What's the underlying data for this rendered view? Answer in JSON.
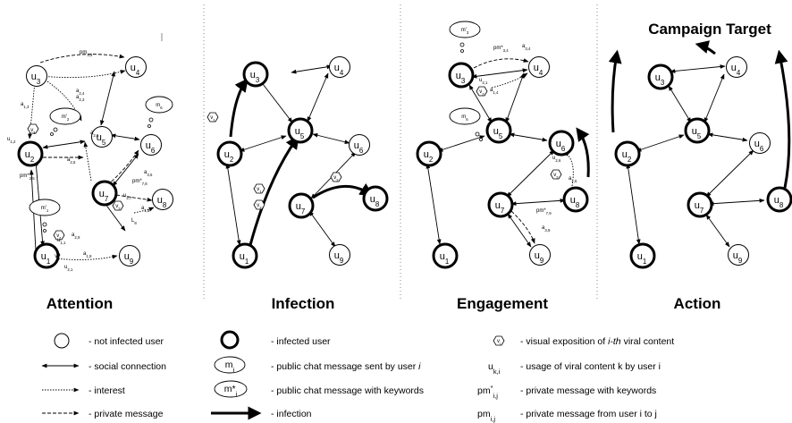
{
  "panels": {
    "attention": "Attention",
    "infection": "Infection",
    "engagement": "Engagement",
    "action": "Action"
  },
  "campaign_target": "Campaign Target",
  "nodes": {
    "u1": {
      "base": "u",
      "sub": "1"
    },
    "u2": {
      "base": "u",
      "sub": "2"
    },
    "u3": {
      "base": "u",
      "sub": "3"
    },
    "u4": {
      "base": "u",
      "sub": "4"
    },
    "u5": {
      "base": "u",
      "sub": "5"
    },
    "u6": {
      "base": "u",
      "sub": "6"
    },
    "u7": {
      "base": "u",
      "sub": "7"
    },
    "u8": {
      "base": "u",
      "sub": "8"
    },
    "u9": {
      "base": "u",
      "sub": "9"
    }
  },
  "edge_labels": {
    "pm34": {
      "base": "pm",
      "sub": "3,4"
    },
    "a13": {
      "base": "a",
      "sub": "1,3"
    },
    "a23": {
      "base": "a",
      "sub": "2,3"
    },
    "a24": {
      "base": "a",
      "sub": "2,4"
    },
    "u12": {
      "base": "u",
      "sub": "1,2"
    },
    "a25": {
      "base": "a",
      "sub": "2,5"
    },
    "a25b": {
      "base": "a",
      "sub": "2,5"
    },
    "pmstar25": {
      "base": "pm*",
      "sub": "2,5"
    },
    "pmstar78": {
      "base": "pm*",
      "sub": "7,8"
    },
    "a36": {
      "base": "a",
      "sub": "3,6"
    },
    "u27": {
      "base": "u",
      "sub": "2,7"
    },
    "a18": {
      "base": "a",
      "sub": "1,8"
    },
    "l8": {
      "base": "L",
      "sub": "8"
    },
    "u11": {
      "base": "u",
      "sub": "1,1"
    },
    "a29": {
      "base": "a",
      "sub": "2,9"
    },
    "a19": {
      "base": "a",
      "sub": "1,9"
    },
    "u21": {
      "base": "u",
      "sub": "2,1"
    },
    "e_pmstar34": {
      "base": "pm*",
      "sub": "3,4"
    },
    "e_a34": {
      "base": "a",
      "sub": "3,4"
    },
    "e_u21": {
      "base": "u",
      "sub": "2,1"
    },
    "e_a14": {
      "base": "a",
      "sub": "1,4"
    },
    "e_u26": {
      "base": "u",
      "sub": "2,6"
    },
    "e_a16": {
      "base": "a",
      "sub": "1,6"
    },
    "e_pmstar79": {
      "base": "pm*",
      "sub": "7,9"
    },
    "e_a39": {
      "base": "a",
      "sub": "3,9"
    }
  },
  "viral_labels": {
    "v1": {
      "base": "v",
      "sub": "1"
    },
    "v2": {
      "base": "v",
      "sub": "2"
    }
  },
  "clouds": {
    "m2": {
      "base": "m'",
      "sub": "2"
    },
    "m6": {
      "base": "m",
      "sub": "6"
    },
    "m1": {
      "base": "m'",
      "sub": "1"
    },
    "m3": {
      "base": "m'",
      "sub": "3"
    }
  },
  "legend": {
    "not_infected": "- not infected user",
    "infected": "- infected user",
    "visual": "- visual exposition of ",
    "visual_em": "i-th",
    "visual_tail": " viral content",
    "social": "- social connection",
    "public_chat": "- public chat message sent by user ",
    "public_chat_em": "i",
    "usage": "- usage of viral content k by user i",
    "interest": "- interest",
    "public_kw": "- public chat message with keywords",
    "pm_kw": "- private message with keywords",
    "private": "- private message",
    "infection": "- infection",
    "pm_ij": "- private message from user i to j",
    "sym_mi": {
      "base": "m",
      "sub": "i"
    },
    "sym_mstar": {
      "base": "m*",
      "sub": "i"
    },
    "sym_vi": {
      "base": "v",
      "sub": "i"
    },
    "sym_uki": {
      "base": "u",
      "sub": "k,i"
    },
    "sym_pmstar": {
      "base": "pm",
      "sup": "*",
      "sub": "i,j"
    },
    "sym_pm": {
      "base": "pm",
      "sub": "i,j"
    }
  },
  "colors": {
    "line": "#000000",
    "background": "#ffffff"
  }
}
